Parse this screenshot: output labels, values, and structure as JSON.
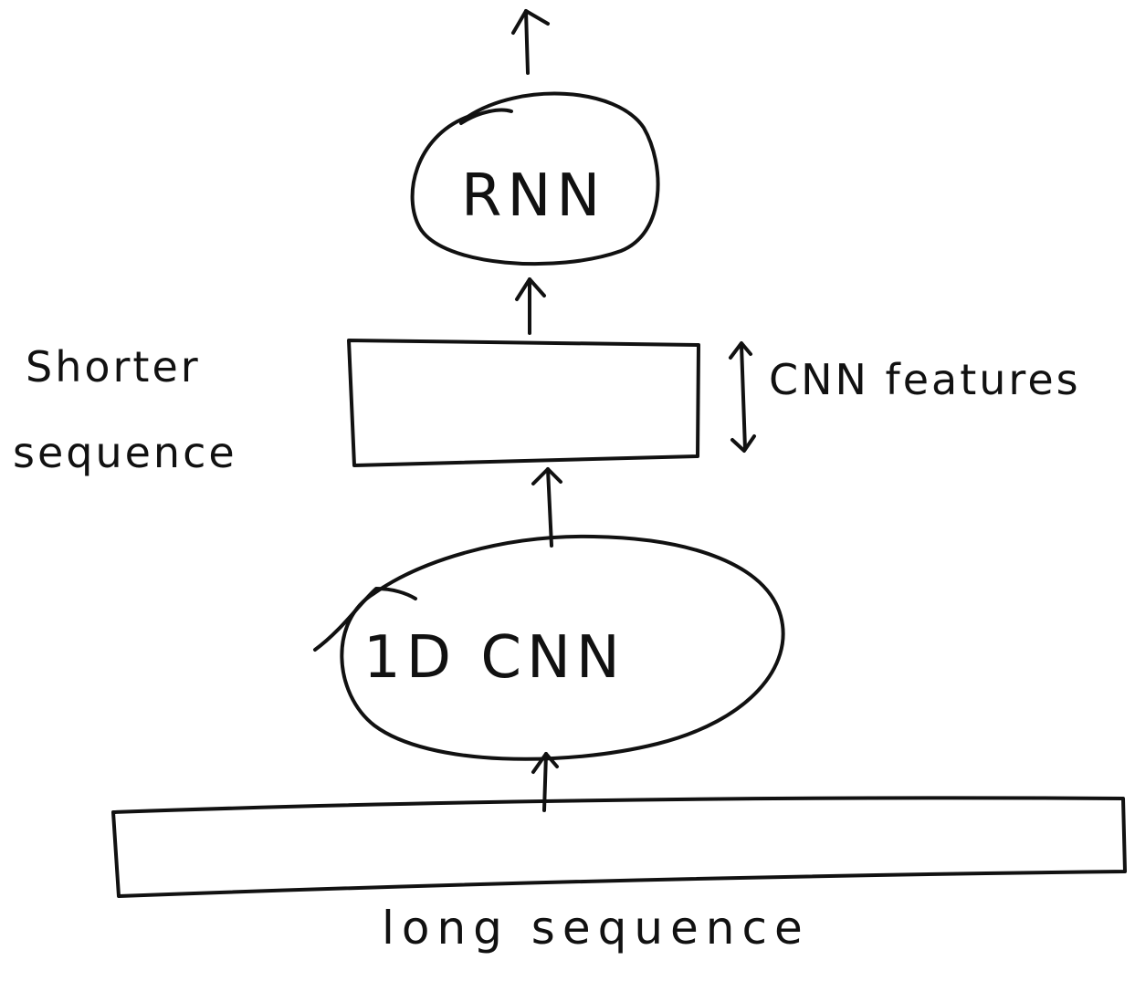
{
  "nodes": {
    "rnn": {
      "label": "RNN"
    },
    "cnn_block": {
      "label": "1D  CNN"
    }
  },
  "labels": {
    "shorter_line1": "Shorter",
    "shorter_line2": "sequence",
    "cnn_features": "CNN features",
    "long_sequence": "long sequence"
  }
}
